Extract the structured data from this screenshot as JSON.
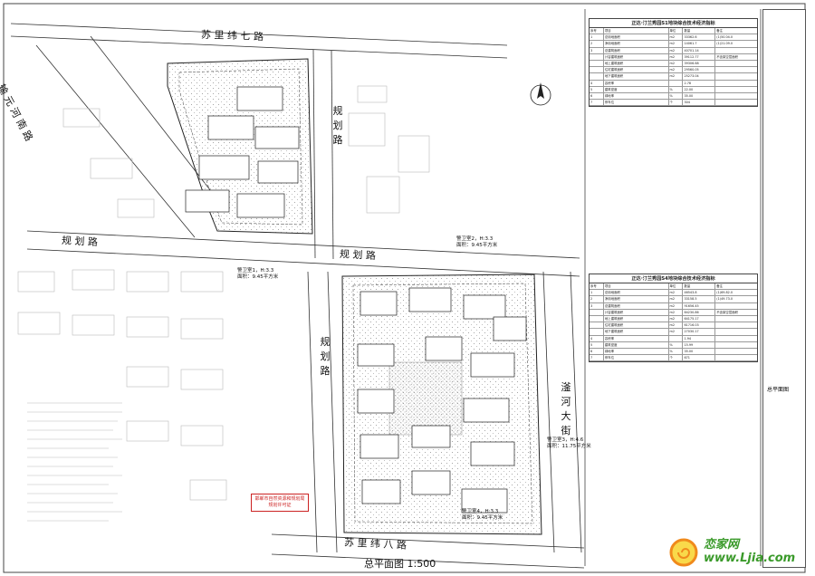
{
  "roads": {
    "north": "苏 里 纬 七 路",
    "west_top": "输 元 河 南 路",
    "middle": "规 划 路",
    "center_v": "规 划 路",
    "south_v": "规 划 路",
    "east": "滏 河 大 街",
    "bottom": "苏 里 纬 八 路"
  },
  "drawing_title": "总平面图 1:500",
  "guardhouses": [
    {
      "name": "警卫室2，H:3.3",
      "area": "面积：9.45平方米"
    },
    {
      "name": "警卫室1，H:3.3",
      "area": "面积：9.45平方米"
    },
    {
      "name": "警卫室3，H:4.6",
      "area": "面积：11.75平方米"
    },
    {
      "name": "警卫室4，H:3.3",
      "area": "面积：9.45平方米"
    }
  ],
  "table1": {
    "title": "正达·汀兰秀园S1地块综合技术经济指标",
    "headers": [
      "序号",
      "项目",
      "单位",
      "数量",
      "备注"
    ],
    "rows": [
      [
        "1",
        "总用地面积",
        "m2",
        "33362.6",
        "(1)50.04.0"
      ],
      [
        "2",
        "净用地面积",
        "m2",
        "14061.7",
        "(1)21.09.0"
      ],
      [
        "3",
        "总建筑面积",
        "m2",
        "40701.14",
        ""
      ],
      [
        "",
        "计容建筑面积",
        "m2",
        "39112.77",
        "不含架空层面积"
      ],
      [
        "",
        "地上建筑面积",
        "m2",
        "39306.68",
        ""
      ],
      [
        "",
        "住宅建筑面积",
        "m2",
        "29560.05",
        ""
      ],
      [
        "",
        "地下建筑面积",
        "m2",
        "25273.04",
        ""
      ],
      [
        "4",
        "容积率",
        "",
        "2.78",
        ""
      ],
      [
        "5",
        "建筑密度",
        "%",
        "22.00",
        ""
      ],
      [
        "6",
        "绿地率",
        "%",
        "35.00",
        ""
      ],
      [
        "7",
        "停车位",
        "个",
        "304",
        ""
      ]
    ]
  },
  "table2": {
    "title": "正达·汀兰秀园S4地块综合技术经济指标",
    "headers": [
      "序号",
      "项目",
      "单位",
      "数量",
      "备注"
    ],
    "rows": [
      [
        "1",
        "总用地面积",
        "m2",
        "46543.8",
        "(1)69.82.0"
      ],
      [
        "2",
        "净用地面积",
        "m2",
        "33158.5",
        "(1)49.73.0"
      ],
      [
        "3",
        "总建筑面积",
        "m2",
        "91656.45",
        ""
      ],
      [
        "",
        "计容建筑面积",
        "m2",
        "64230.86",
        "不含架空层面积"
      ],
      [
        "",
        "地上建筑面积",
        "m2",
        "64175.17",
        ""
      ],
      [
        "",
        "住宅建筑面积",
        "m2",
        "61716.03",
        ""
      ],
      [
        "",
        "地下建筑面积",
        "m2",
        "27030.17",
        ""
      ],
      [
        "4",
        "容积率",
        "",
        "1.94",
        ""
      ],
      [
        "5",
        "建筑密度",
        "%",
        "15.99",
        ""
      ],
      [
        "6",
        "绿地率",
        "%",
        "35.00",
        ""
      ],
      [
        "7",
        "停车位",
        "个",
        "671",
        ""
      ]
    ]
  },
  "stamps": [
    "邯郸市自然资源和规划局",
    "规划许可证"
  ],
  "side_title": "总平面图",
  "watermark": "恋家网 www.Ljia.com",
  "colors": {
    "line": "#333333",
    "stamp": "#cc2222",
    "hatch": "#777777",
    "logo_orange": "#f08a1c",
    "logo_green": "#3a9a2a"
  }
}
